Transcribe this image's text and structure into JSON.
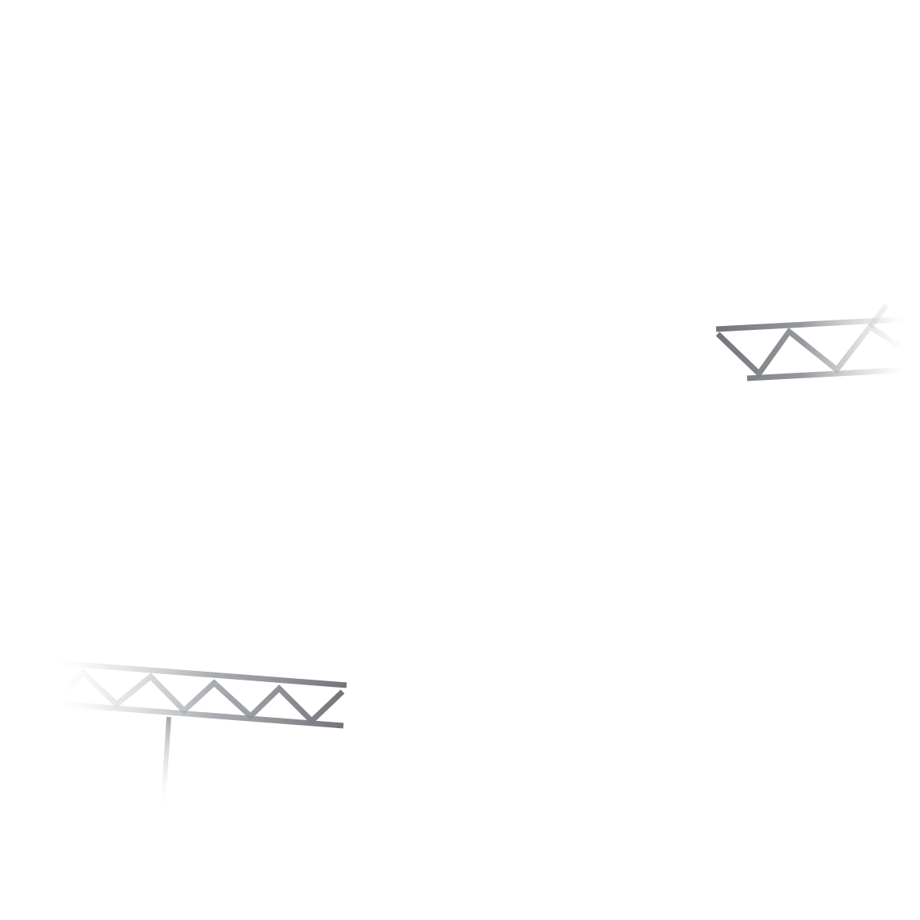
{
  "scene": {
    "background": "#ffffff",
    "truss_color": "#6f7378",
    "fade_color": "#ffffff",
    "elements": [
      {
        "name": "truss-girder-right",
        "panels": 3,
        "has_post": false
      },
      {
        "name": "truss-girder-left",
        "panels": 7,
        "has_post": true
      }
    ]
  }
}
